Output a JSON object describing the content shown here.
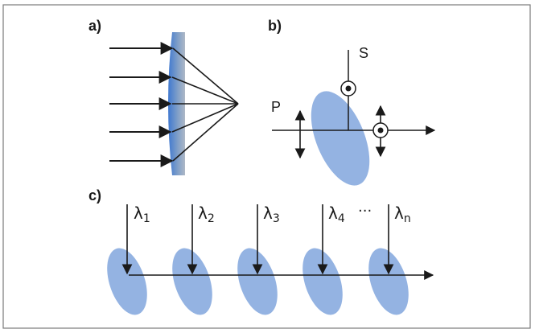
{
  "panels": {
    "a": {
      "label": "a)"
    },
    "b": {
      "label": "b)",
      "s_label": "S",
      "p_label": "P"
    },
    "c": {
      "label": "c)",
      "lambda_symbol": "λ",
      "subscripts": [
        "1",
        "2",
        "3",
        "4",
        "n"
      ],
      "ellipsis": "..."
    }
  },
  "colors": {
    "frame": "#7a7a7a",
    "ink": "#1a1a1a",
    "ellipse_fill": "#94b3e2",
    "lens_dark": "#4f7fc9",
    "lens_light": "#b9c7dc"
  }
}
